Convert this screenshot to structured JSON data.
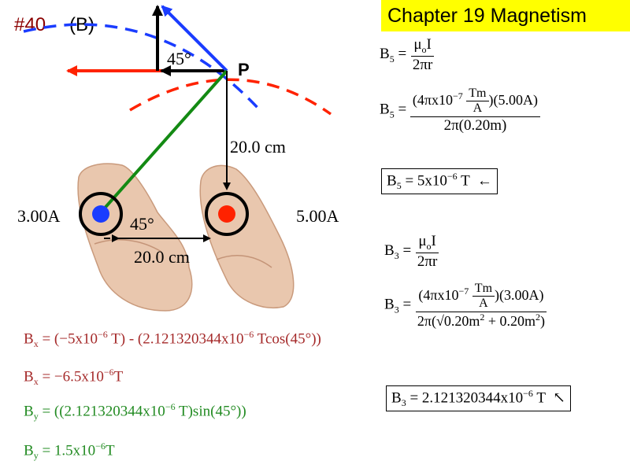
{
  "header": {
    "title": "Chapter 19 Magnetism",
    "problem_number": "#40",
    "part": "(B)"
  },
  "diagram": {
    "point_label": "P",
    "angle_top": "45°",
    "angle_bottom": "45°",
    "vertical_distance": "20.0 cm",
    "horizontal_distance": "20.0 cm",
    "left_current": "3.00A",
    "right_current": "5.00A",
    "colors": {
      "red_field": "#ff2200",
      "blue_field": "#1a3cff",
      "green_line": "#138a13",
      "black": "#000000"
    }
  },
  "equations": {
    "b5_formula_lhs": "B",
    "b5_sub": "5",
    "mu_i": "μ",
    "mu_sub": "o",
    "i_letter": "I",
    "two_pi_r": "2πr",
    "b5_num": "4πx10",
    "exp7": "−7",
    "tm": "Tm",
    "a_unit": "A",
    "b5_current": "(5.00A)",
    "b5_den": "2π(0.20m)",
    "b5_result_value": "5x10",
    "exp6": "−6",
    "b5_result_unit": "T",
    "b5_arrow": "←",
    "b3_sub": "3",
    "b3_current": "(3.00A)",
    "b3_den_left": "2π",
    "b3_den_root": "0.20m",
    "b3_den_plus": " + 0.20m",
    "sq": "2",
    "b3_result_value": "2.121320344x10",
    "b3_result_unit": "T",
    "b3_arrow": "↖"
  },
  "components": {
    "bx_line1_lhs": "B",
    "x_sub": "x",
    "bx_term1": "−5x10",
    "bx_term1_unit": " T",
    "bx_minus": " - ",
    "bx_term2": "2.121320344x10",
    "bx_term2_unit": " Tcos",
    "bx_angle": "45°",
    "bx_result": "−6.5x10",
    "bx_result_unit": "T",
    "by_lhs": "B",
    "y_sub": "y",
    "by_term": "(2.121320344x10",
    "by_term_unit": " T)sin",
    "by_angle": "45°",
    "by_result": "1.5x10",
    "by_result_unit": "T"
  }
}
